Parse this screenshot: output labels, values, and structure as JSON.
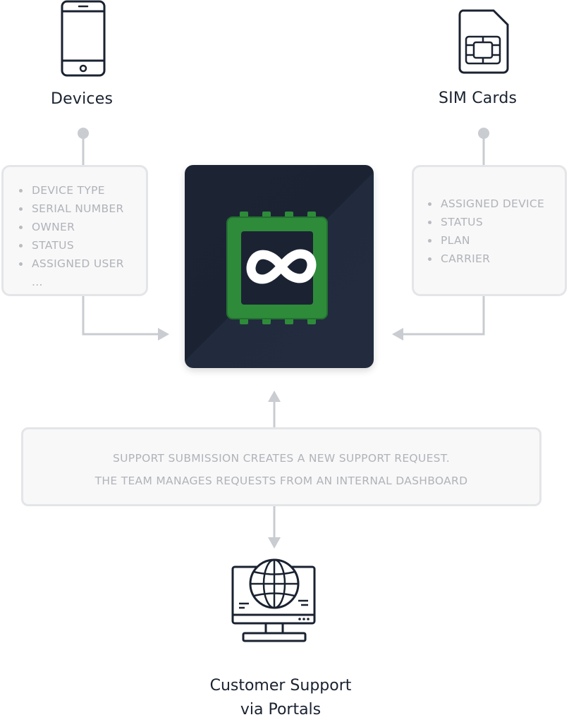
{
  "devices": {
    "title": "Devices",
    "icon": "smartphone-icon",
    "attributes": [
      "DEVICE TYPE",
      "SERIAL NUMBER",
      "OWNER",
      "STATUS",
      "ASSIGNED USER"
    ],
    "more": "..."
  },
  "sim_cards": {
    "title": "SIM Cards",
    "icon": "sim-card-icon",
    "attributes": [
      "ASSIGNED DEVICE",
      "STATUS",
      "PLAN",
      "CARRIER"
    ]
  },
  "hub": {
    "icon": "infinity-chip-logo",
    "background": "#1c2434",
    "chip_color": "#2e8b3a"
  },
  "support": {
    "lines": [
      "SUPPORT SUBMISSION CREATES A NEW SUPPORT REQUEST.",
      "THE TEAM MANAGES REQUESTS FROM AN INTERNAL DASHBOARD"
    ]
  },
  "portal": {
    "title_line1": "Customer Support",
    "title_line2": "via Portals",
    "icon": "monitor-globe-icon"
  },
  "colors": {
    "connector": "#c9ccd0",
    "panel_border": "#e3e5e8",
    "panel_text": "#b0b3b8",
    "title_text": "#1a2230"
  }
}
